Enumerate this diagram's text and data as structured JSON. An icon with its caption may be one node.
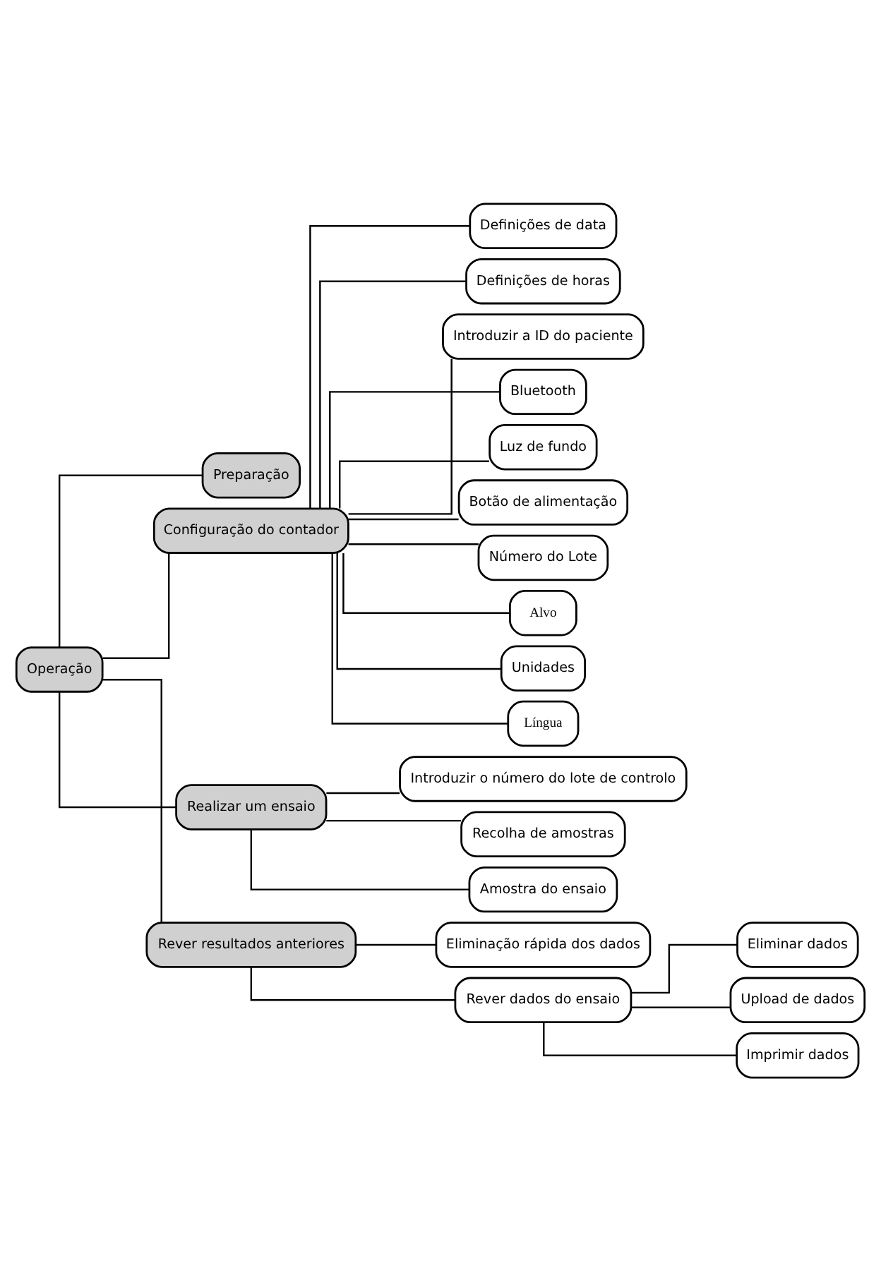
{
  "diagram": {
    "nodes": [
      {
        "text": [
          "Operação"
        ]
      },
      {
        "text": [
          "Preparação"
        ]
      },
      {
        "text": [
          "Configuração do contador"
        ]
      },
      {
        "text": [
          "Realizar um ensaio"
        ]
      },
      {
        "text": [
          "Rever resultados anteriores"
        ]
      },
      {
        "text": [
          "Definições de data"
        ]
      },
      {
        "text": [
          "Definições de horas"
        ]
      },
      {
        "text": [
          "Introduzir a ID do paciente"
        ]
      },
      {
        "text": [
          "Bluetooth"
        ]
      },
      {
        "text": [
          "Luz de fundo"
        ]
      },
      {
        "text": [
          "Botão de alimentação"
        ]
      },
      {
        "text": [
          "Número do Lote"
        ]
      },
      {
        "text": [
          "Alvo"
        ]
      },
      {
        "text": [
          "Unidades"
        ]
      },
      {
        "text": [
          "Língua"
        ]
      },
      {
        "text": [
          "Introduzir o número do lote de controlo"
        ]
      },
      {
        "text": [
          "Recolha de amostras"
        ]
      },
      {
        "text": [
          "Amostra do ensaio"
        ]
      },
      {
        "text": [
          "Eliminação rápida dos dados"
        ]
      },
      {
        "text": [
          "Rever dados do ensaio"
        ]
      },
      {
        "text": [
          "Eliminar dados"
        ]
      },
      {
        "text": [
          "Upload de dados"
        ]
      },
      {
        "text": [
          "Imprimir dados"
        ]
      }
    ],
    "edges": [
      {
        "from": 0,
        "to": 1,
        "arrow": "none"
      },
      {
        "from": 0,
        "to": 2,
        "arrow": "none"
      },
      {
        "from": 0,
        "to": 3,
        "arrow": "none"
      },
      {
        "from": 0,
        "to": 4,
        "arrow": "none"
      },
      {
        "from": 2,
        "to": 5,
        "arrow": "none"
      },
      {
        "from": 2,
        "to": 6,
        "arrow": "none"
      },
      {
        "from": 2,
        "to": 7,
        "arrow": "none"
      },
      {
        "from": 2,
        "to": 8,
        "arrow": "none"
      },
      {
        "from": 2,
        "to": 9,
        "arrow": "none"
      },
      {
        "from": 2,
        "to": 10,
        "arrow": "none"
      },
      {
        "from": 2,
        "to": 11,
        "arrow": "none"
      },
      {
        "from": 2,
        "to": 12,
        "arrow": "none"
      },
      {
        "from": 2,
        "to": 13,
        "arrow": "none"
      },
      {
        "from": 2,
        "to": 14,
        "arrow": "none"
      },
      {
        "from": 3,
        "to": 15,
        "arrow": "none"
      },
      {
        "from": 3,
        "to": 16,
        "arrow": "none"
      },
      {
        "from": 3,
        "to": 17,
        "arrow": "none"
      },
      {
        "from": 4,
        "to": 18,
        "arrow": "none"
      },
      {
        "from": 4,
        "to": 19,
        "arrow": "none"
      },
      {
        "from": 19,
        "to": 20,
        "arrow": "none"
      },
      {
        "from": 19,
        "to": 21,
        "arrow": "none"
      },
      {
        "from": 19,
        "to": 22,
        "arrow": "none"
      }
    ]
  }
}
